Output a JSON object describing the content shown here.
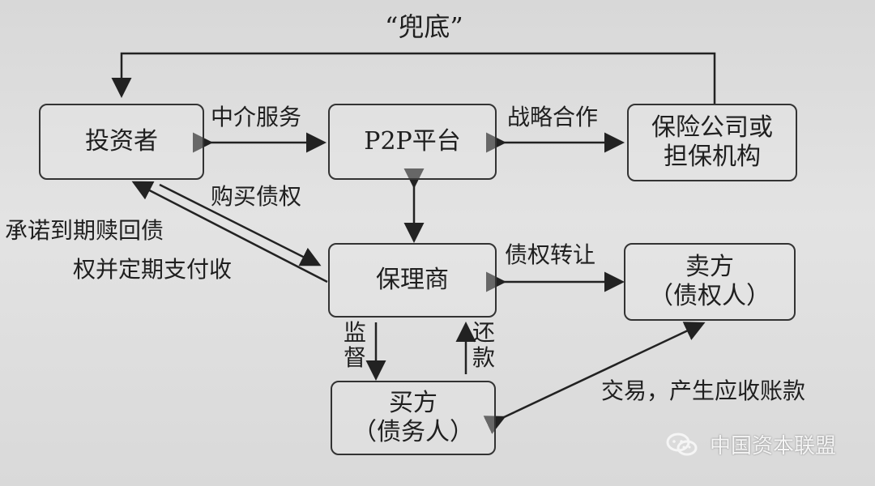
{
  "nodes": {
    "investor": {
      "lines": [
        "投资者"
      ]
    },
    "p2p_platform": {
      "lines": [
        "P2P平台"
      ]
    },
    "insurer": {
      "lines": [
        "保险公司或",
        "担保机构"
      ]
    },
    "factor": {
      "lines": [
        "保理商"
      ]
    },
    "seller": {
      "lines": [
        "卖方",
        "（债权人）"
      ]
    },
    "buyer": {
      "lines": [
        "买方",
        "（债务人）"
      ]
    }
  },
  "edges": {
    "top_loop_label": "“兜底”",
    "intermediary_service": "中介服务",
    "strategic_cooperation": "战略合作",
    "purchase_claims": "购买债权",
    "redeem_commitment_line1": "承诺到期赎回债",
    "redeem_commitment_line2": "权并定期支付收",
    "transfer_claims": "债权转让",
    "supervise": [
      "监",
      "督"
    ],
    "repay": [
      "还",
      "款"
    ],
    "trade_receivables": "交易，产生应收账款"
  },
  "watermark": {
    "text": "中国资本联盟",
    "icon": "wechat-icon"
  }
}
